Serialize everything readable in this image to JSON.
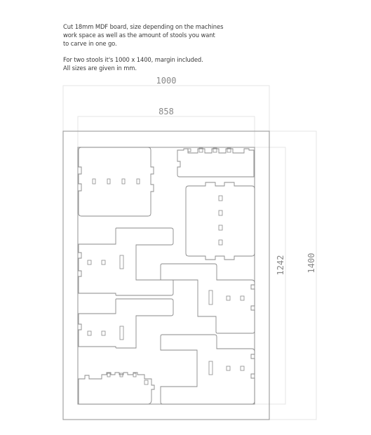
{
  "intro": {
    "paragraph1": [
      "Cut 18mm MDF board, size depending on the machines",
      "work space as well as the amount of stools you want",
      "to carve in one go."
    ],
    "paragraph2": [
      "For two stools it's 1000 x 1400, margin included.",
      "All sizes are given in mm."
    ]
  },
  "dimensions": {
    "board_width": "1000",
    "work_width": "858",
    "work_height": "1242",
    "board_height": "1400"
  },
  "colors": {
    "line": "#8a8a8a",
    "guide": "#e6e6e6",
    "text": "#3a3a3a"
  }
}
